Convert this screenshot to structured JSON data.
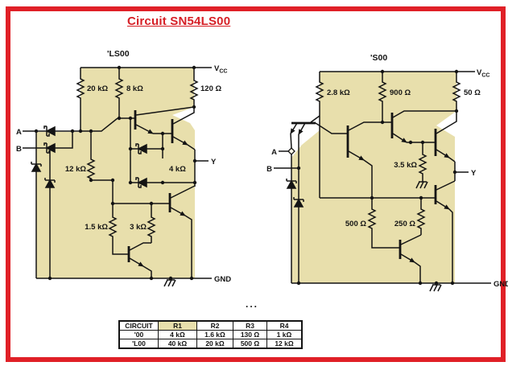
{
  "title": {
    "text": "Circuit SN54LS00"
  },
  "separator": "...",
  "left": {
    "name": "'LS00",
    "r20k": "20 kΩ",
    "r8k": "8 kΩ",
    "r120": "120 Ω",
    "r12k": "12 kΩ",
    "r4k": "4 kΩ",
    "r1_5k": "1.5 kΩ",
    "r3k": "3 kΩ",
    "a": "A",
    "b": "B",
    "y": "Y",
    "gnd": "GND",
    "v": "V",
    "cc": "CC"
  },
  "right": {
    "name": "'S00",
    "r2_8k": "2.8 kΩ",
    "r900": "900 Ω",
    "r50": "50 Ω",
    "r3_5k": "3.5 kΩ",
    "r500": "500 Ω",
    "r250": "250 Ω",
    "a": "A",
    "b": "B",
    "y": "Y",
    "gnd": "GND",
    "v": "V",
    "cc": "CC"
  },
  "table": {
    "headers": [
      "CIRCUIT",
      "R1",
      "R2",
      "R3",
      "R4"
    ],
    "rows": [
      [
        "'00",
        "4 kΩ",
        "1.6 kΩ",
        "130 Ω",
        "1 kΩ"
      ],
      [
        "'L00",
        "40 kΩ",
        "20 kΩ",
        "500 Ω",
        "12 kΩ"
      ]
    ]
  },
  "colors": {
    "frame_red": "#e02027",
    "fill_tan": "#e8dfac",
    "line": "#141414"
  }
}
